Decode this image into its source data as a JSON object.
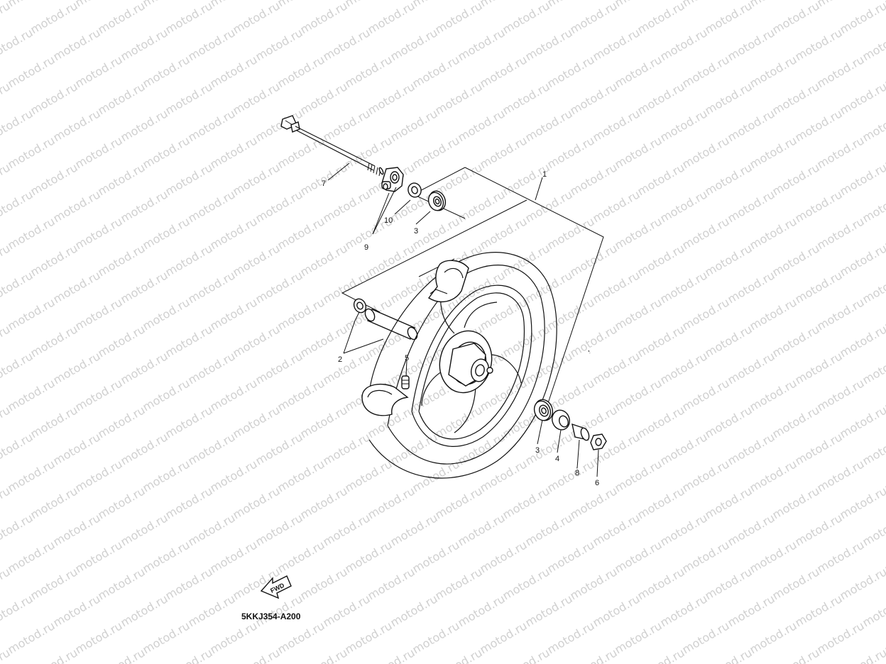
{
  "watermark": {
    "text": "motod.ru",
    "color": "#d0d0d0"
  },
  "drawing_code": "5KKJ354-A200",
  "direction_indicator": {
    "label": "FWD",
    "icon": "fwd-arrow-icon"
  },
  "callouts": [
    {
      "id": "c1",
      "label": "1"
    },
    {
      "id": "c2",
      "label": "2"
    },
    {
      "id": "c3a",
      "label": "3"
    },
    {
      "id": "c3b",
      "label": "3"
    },
    {
      "id": "c4",
      "label": "4"
    },
    {
      "id": "c5",
      "label": "5"
    },
    {
      "id": "c6",
      "label": "6"
    },
    {
      "id": "c7",
      "label": "7"
    },
    {
      "id": "c8",
      "label": "8"
    },
    {
      "id": "c9",
      "label": "9"
    },
    {
      "id": "c10",
      "label": "10"
    }
  ]
}
